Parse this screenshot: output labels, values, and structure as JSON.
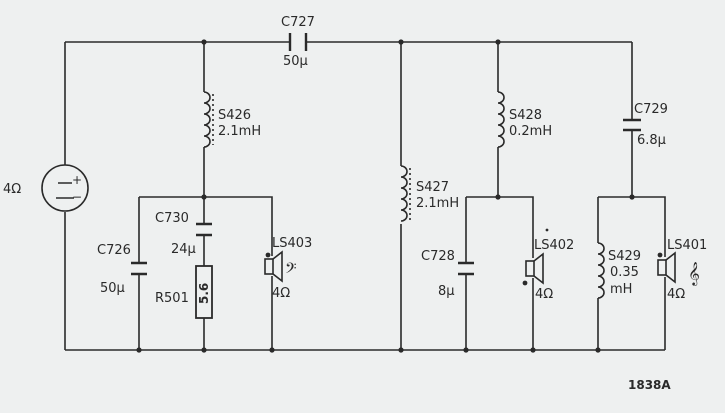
{
  "components": {
    "source": {
      "impedance": "4Ω",
      "plus": "+",
      "minus": "−"
    },
    "c727": {
      "name": "C727",
      "value": "50μ"
    },
    "s426": {
      "name": "S426",
      "value": "2.1mH"
    },
    "c730": {
      "name": "C730",
      "value": "24μ"
    },
    "r501": {
      "name": "R501",
      "value": "5.6"
    },
    "c726": {
      "name": "C726",
      "value": "50μ"
    },
    "ls403": {
      "name": "LS403",
      "value": "4Ω",
      "symbol": "𝄢"
    },
    "s427": {
      "name": "S427",
      "value": "2.1mH"
    },
    "s428": {
      "name": "S428",
      "value": "0.2mH"
    },
    "c728": {
      "name": "C728",
      "value": "8μ"
    },
    "ls402": {
      "name": "LS402",
      "value": "4Ω"
    },
    "c729": {
      "name": "C729",
      "value": "6.8μ"
    },
    "s429": {
      "name": "S429",
      "value1": "0.35",
      "value2": "mH"
    },
    "ls401": {
      "name": "LS401",
      "value": "4Ω",
      "symbol": "𝄞"
    }
  },
  "figure_number": "1838A"
}
